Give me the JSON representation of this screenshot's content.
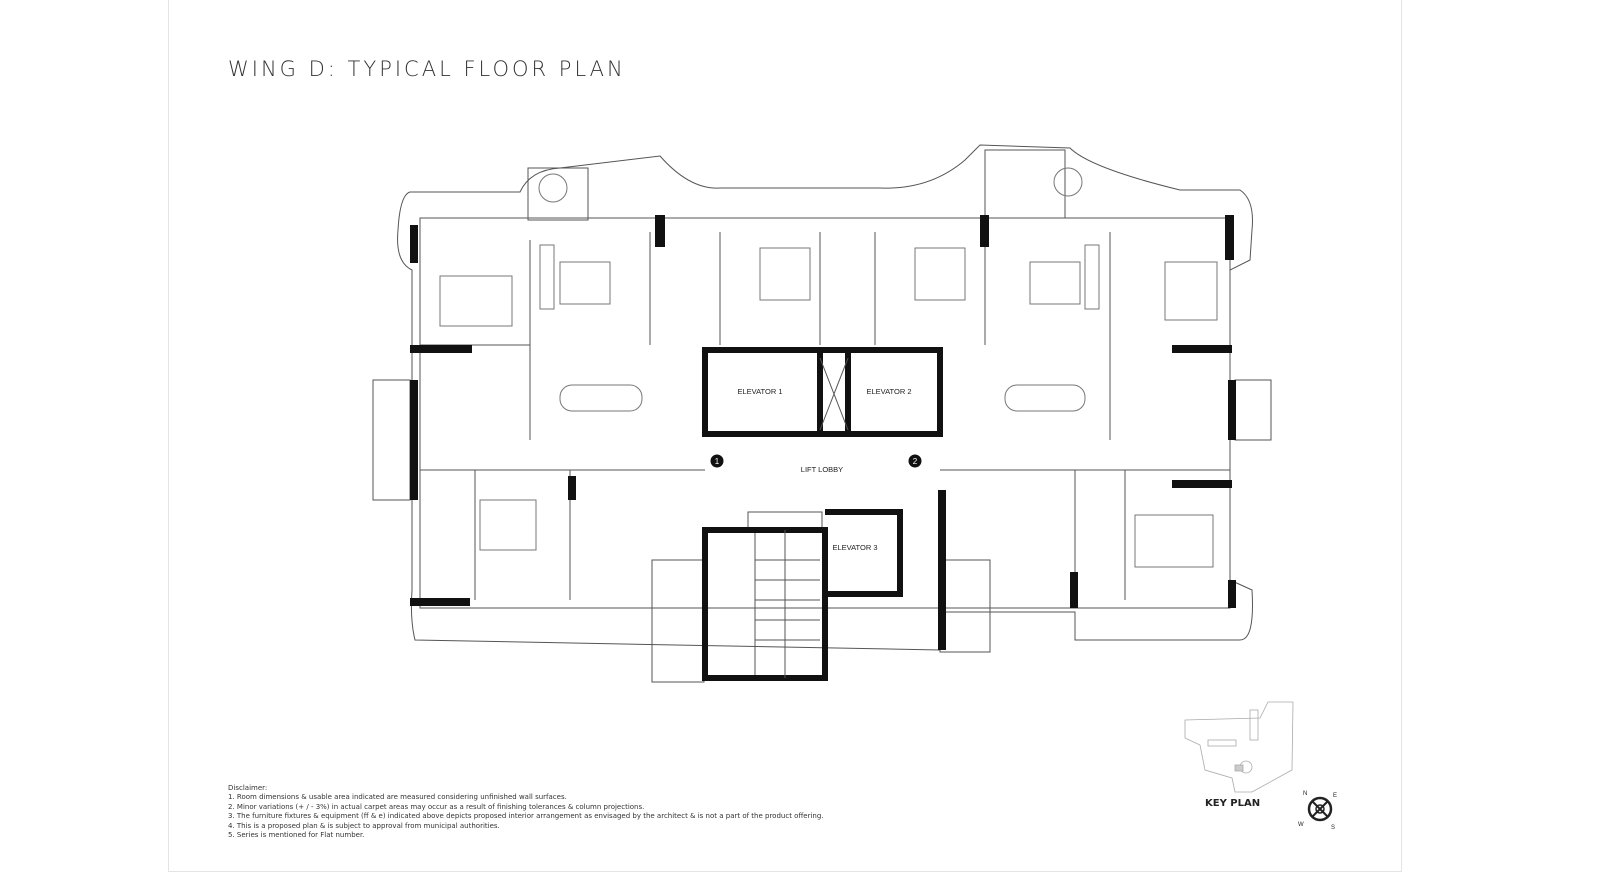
{
  "title": "WING D: TYPICAL FLOOR PLAN",
  "plan": {
    "elevators": [
      "ELEVATOR 1",
      "ELEVATOR 2",
      "ELEVATOR 3"
    ],
    "lobby": "LIFT LOBBY",
    "flat_markers": [
      "1",
      "2"
    ]
  },
  "disclaimer": {
    "heading": "Disclaimer:",
    "items": [
      "1. Room dimensions & usable area indicated are measured considering unfinished wall surfaces.",
      "2. Minor variations (+ / - 3%) in actual carpet areas may occur as a result of finishing tolerances & column projections.",
      "3. The furniture fixtures & equipment (ff & e) indicated above depicts proposed interior arrangement as envisaged by the architect & is not a part of the product offering.",
      "4. This is a proposed plan & is subject to approval from municipal authorities.",
      "5. Series is mentioned for Flat number."
    ]
  },
  "key_plan": {
    "label": "KEY PLAN",
    "compass": "N E S W"
  }
}
